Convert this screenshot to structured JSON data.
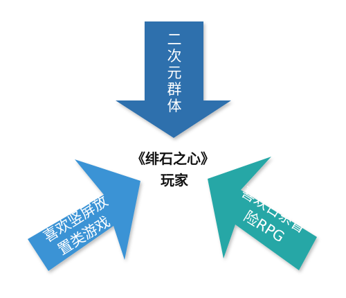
{
  "center": {
    "line1": "《绯石之心》",
    "line2": "玩家"
  },
  "arrows": {
    "top": {
      "lines": [
        "二",
        "次",
        "元",
        "群",
        "体"
      ],
      "color": "#2F6FAD"
    },
    "left": {
      "line1": "喜欢竖屏放",
      "line2": "置类游戏",
      "color": "#3A93D5"
    },
    "right": {
      "line1": "喜欢日系冒",
      "line2": "险RPG",
      "color": "#26A7A6"
    }
  }
}
